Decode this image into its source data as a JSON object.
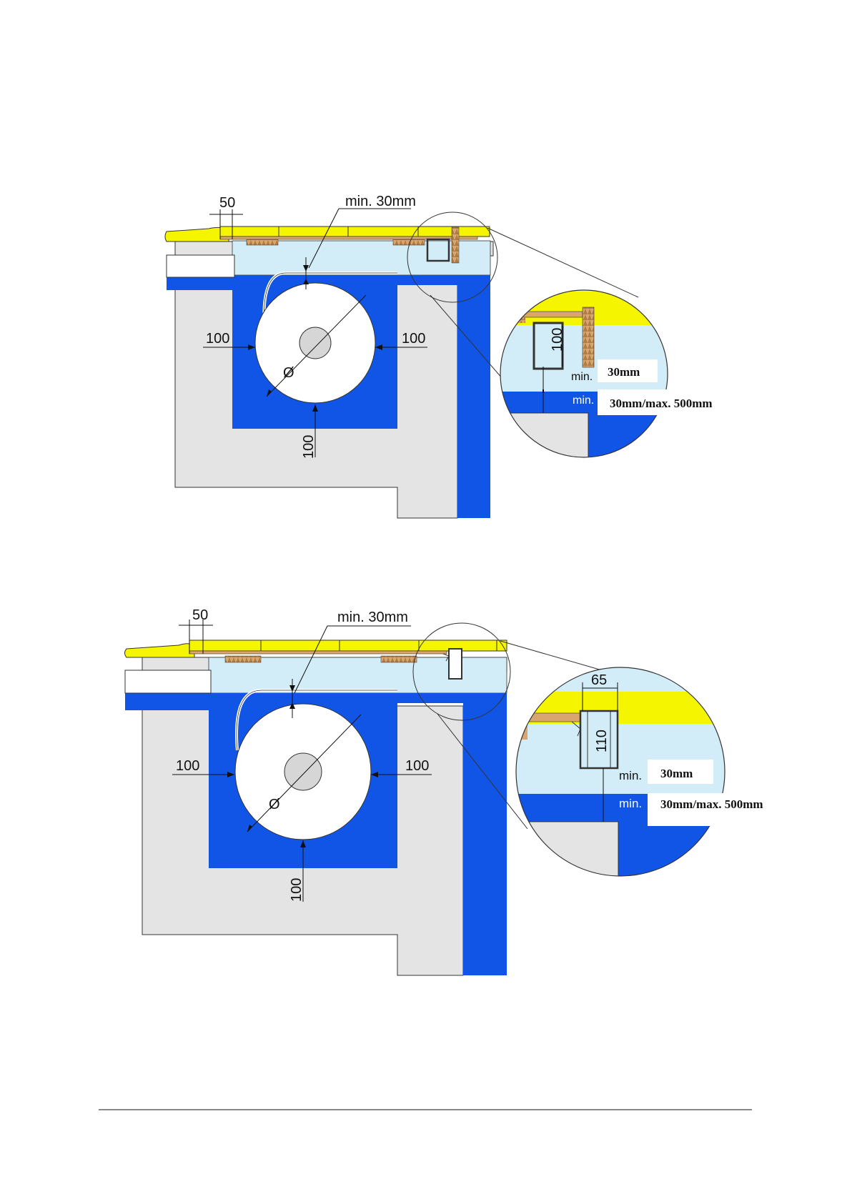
{
  "colors": {
    "pool_blue": "#1155e6",
    "water_light": "#d2ecf8",
    "concrete": "#e4e4e4",
    "cover_yellow": "#f5f500",
    "wood": "#d9a66f",
    "background": "#ffffff",
    "footer_rule": "#888888"
  },
  "diagrams": [
    {
      "labels": {
        "edge_dim": "50",
        "gap_top": "min. 30mm",
        "side_left": "100",
        "side_right": "100",
        "bottom": "100",
        "diameter": "Ø",
        "profile_height": "100",
        "min_small_1": "min.",
        "min_small_2": "min.",
        "note_1": "30mm",
        "note_2": "30mm/max. 500mm"
      }
    },
    {
      "labels": {
        "edge_dim": "50",
        "gap_top": "min. 30mm",
        "side_left": "100",
        "side_right": "100",
        "bottom": "100",
        "diameter": "Ø",
        "profile_width": "65",
        "profile_height": "110",
        "min_small_1": "min.",
        "min_small_2": "min.",
        "note_1": "30mm",
        "note_2": "30mm/max. 500mm"
      }
    }
  ]
}
